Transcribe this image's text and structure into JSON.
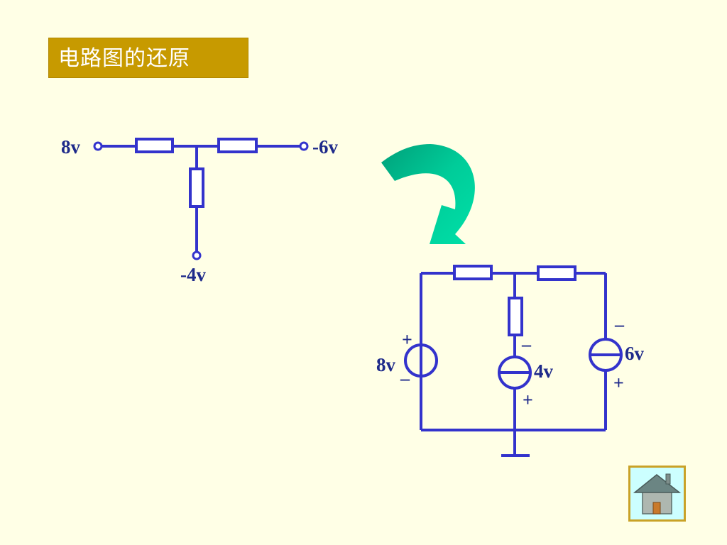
{
  "slide": {
    "title": "电路图的还原",
    "background": "#FFFFE6",
    "title_bg": "#C79A00",
    "wire_color": "#3333CC",
    "label_color": "#1E2A8A",
    "arrow_color": "#00CC99"
  },
  "left_circuit": {
    "terminal_left": "8v",
    "terminal_right": "-6v",
    "terminal_bottom": "-4v"
  },
  "right_circuit": {
    "source_left": {
      "value": "8v",
      "top_sign": "+",
      "bottom_sign": "–"
    },
    "source_middle": {
      "value": "4v",
      "top_sign": "–",
      "bottom_sign": "+"
    },
    "source_right": {
      "value": "6v",
      "top_sign": "–",
      "bottom_sign": "+"
    }
  },
  "nav": {
    "home_icon": "home-icon"
  }
}
